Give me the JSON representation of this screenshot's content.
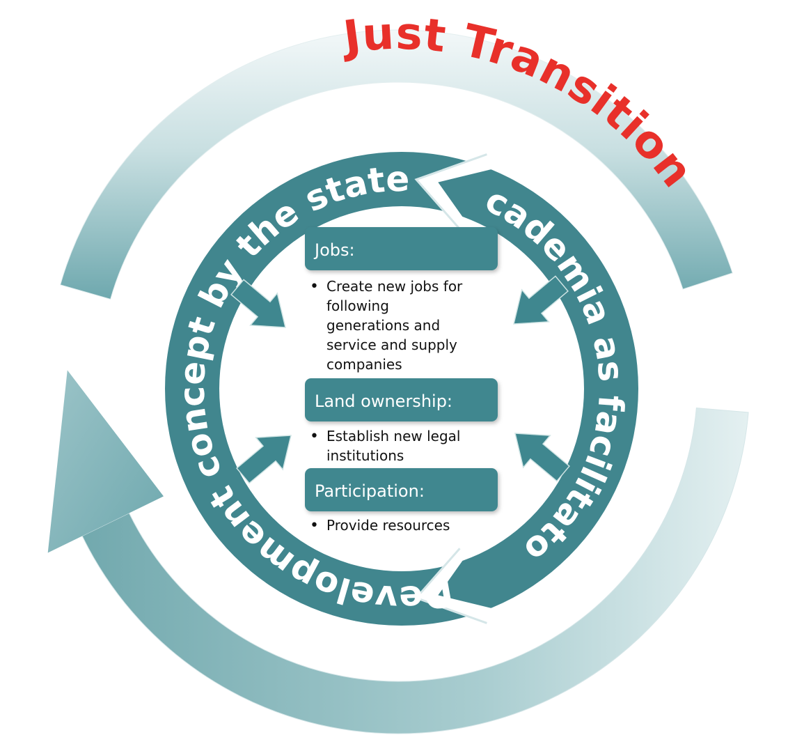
{
  "diagram": {
    "outer_label": "Just Transition",
    "left_ring_label": "Development concept by the state",
    "right_ring_label": "Academia as facilitator",
    "sections": [
      {
        "header": "Jobs:",
        "bullets": [
          [
            "Create new jobs for",
            "following",
            "generations and",
            "service and supply",
            "companies"
          ]
        ]
      },
      {
        "header": "Land ownership:",
        "bullets": [
          [
            "Establish new legal",
            "institutions"
          ]
        ]
      },
      {
        "header": "Participation:",
        "bullets": [
          [
            "Provide resources"
          ]
        ]
      }
    ]
  },
  "colors": {
    "ring": "#41868e",
    "box": "#3f878f",
    "title_red": "#e8302a",
    "outer_light": "#e9f2f3",
    "outer_dark": "#6ea8ae",
    "text_dark": "#111111",
    "white": "#ffffff"
  }
}
